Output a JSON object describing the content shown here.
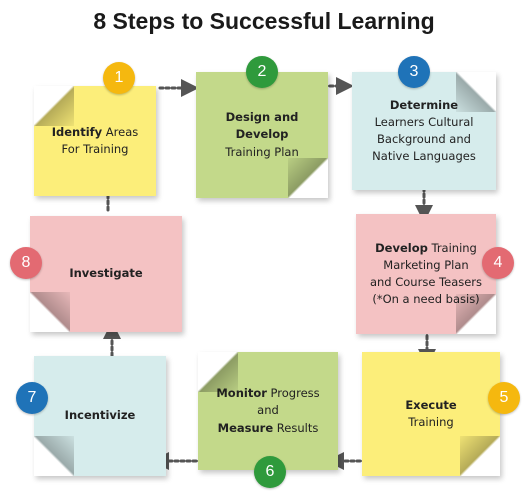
{
  "title": "8 Steps to Successful Learning",
  "colors": {
    "yellow": "#fcee7a",
    "green": "#c3d98a",
    "blue": "#d6ecec",
    "pink": "#f4c2c3",
    "badge_orange": "#f5b80f",
    "badge_green": "#2f9a3c",
    "badge_blue": "#1f73b8",
    "badge_orange2": "#f5b80f",
    "badge_pink": "#e36a72",
    "badge_green2": "#2f9a3c",
    "badge_blue2": "#1f73b8",
    "badge_pink2": "#e36a72",
    "arrow": "#555555"
  },
  "steps": [
    {
      "number": "1",
      "bold": "Identify",
      "rest1": " Areas",
      "rest2": "For Training"
    },
    {
      "number": "2",
      "bold": "Design and Develop",
      "rest1": "Training Plan"
    },
    {
      "number": "3",
      "bold": "Determine",
      "rest1": "Learners Cultural",
      "rest2": "Background and",
      "rest3": "Native Languages"
    },
    {
      "number": "4",
      "bold": "Develop",
      "rest1": " Training",
      "rest2": "Marketing Plan",
      "rest3": "and Course Teasers",
      "rest4": "(*On a need basis)"
    },
    {
      "number": "5",
      "bold": "Execute",
      "rest1": "Training"
    },
    {
      "number": "6",
      "bold": "Monitor",
      "rest1": " Progress and",
      "bold2": "Measure",
      "rest2": " Results"
    },
    {
      "number": "7",
      "bold": "Incentivize"
    },
    {
      "number": "8",
      "bold": "Investigate"
    }
  ]
}
